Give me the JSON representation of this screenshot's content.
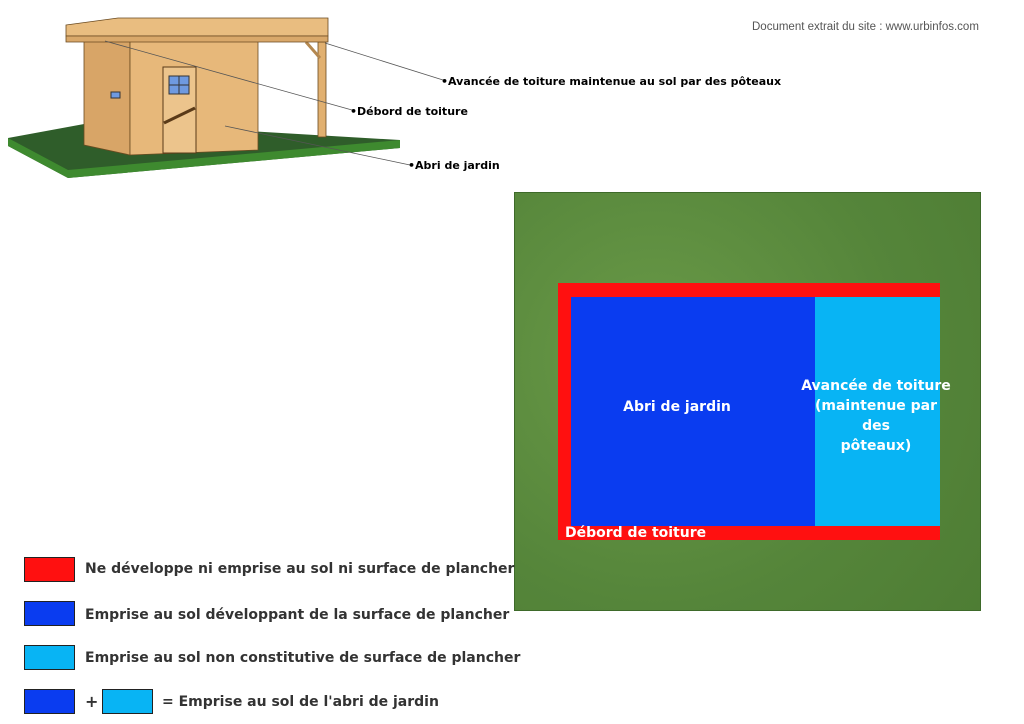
{
  "source_note": "Document extrait du site : www.urbinfos.com",
  "illustration": {
    "callouts": [
      "•Avancée de toiture maintenue au sol par des pôteaux",
      "•Débord de toiture",
      "•Abri de jardin"
    ]
  },
  "plan": {
    "abri": "Abri de jardin",
    "avancee": [
      "Avancée de toiture",
      "(maintenue par des",
      "pôteaux)"
    ],
    "debord": "Débord de toiture"
  },
  "colors": {
    "red": "#ff1010",
    "blue": "#0a3cf0",
    "cyan": "#08b4f4",
    "grass": "#5a8a3e"
  },
  "legend": [
    {
      "label": "Ne développe ni emprise au sol ni surface de plancher"
    },
    {
      "label": "Emprise au sol développant de la surface de plancher"
    },
    {
      "label": "Emprise au sol non constitutive de surface de plancher"
    }
  ],
  "legend_sum": {
    "plus": "+",
    "label": "= Emprise au sol de l'abri de jardin"
  }
}
